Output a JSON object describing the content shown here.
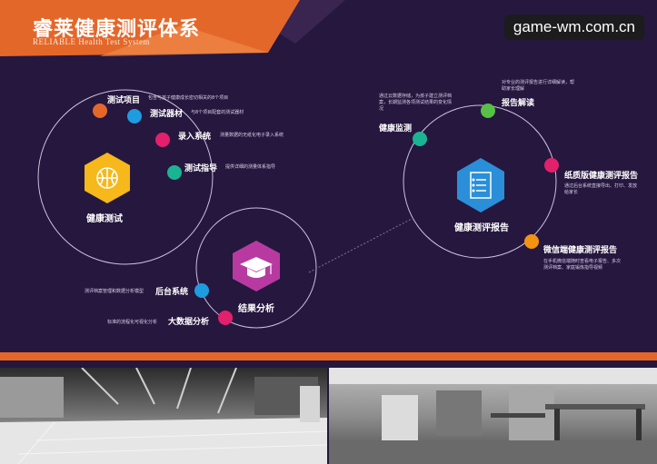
{
  "header": {
    "title": "睿莱健康测评体系",
    "subtitle": "RELIABLE Health Test System",
    "watermark": "game-wm.com.cn"
  },
  "colors": {
    "panel": "#26173f",
    "orange": "#e4672a",
    "blue": "#1f9be0",
    "pink": "#e3206b",
    "teal": "#1ab492",
    "green": "#56c245",
    "hex_yellow": "#f6b81a",
    "hex_purple": "#b83aa0",
    "hex_blue": "#2a8fd8"
  },
  "health_test": {
    "title": "健康测试",
    "icon": "basketball-icon",
    "items": [
      {
        "label": "测试项目",
        "desc": "包含与孩子健康成长密切相关的8个项目"
      },
      {
        "label": "测试器材",
        "desc": "与8个项目配套的测试器材"
      },
      {
        "label": "录入系统",
        "desc": "测量数据的无纸化电子录入系统"
      },
      {
        "label": "测试指导",
        "desc": "提供详细的测量体系指导"
      }
    ]
  },
  "result_analysis": {
    "title": "结果分析",
    "icon": "graduation-cap-icon",
    "items": [
      {
        "label": "后台系统",
        "desc": "测评档案管理和数据分析模型"
      },
      {
        "label": "大数据分析",
        "desc": "标准的流程化可视化分析"
      }
    ]
  },
  "report": {
    "title": "健康测评报告",
    "icon": "report-document-icon",
    "items": [
      {
        "label": "健康监测",
        "desc": "通过云数据存储，为孩子建立测评档案，长期监测各项测试结果的变化情况"
      },
      {
        "label": "报告解读",
        "desc": "对专业的测评报告进行详细解读，帮助家长理解"
      },
      {
        "label": "纸质版健康测评报告",
        "desc": "通过后台系统直接导出、打印、发放给家长"
      },
      {
        "label": "微信端健康测评报告",
        "desc": "在手机微信端随时查看电子报告、多次测评档案、家庭锻炼指导视频"
      }
    ]
  }
}
